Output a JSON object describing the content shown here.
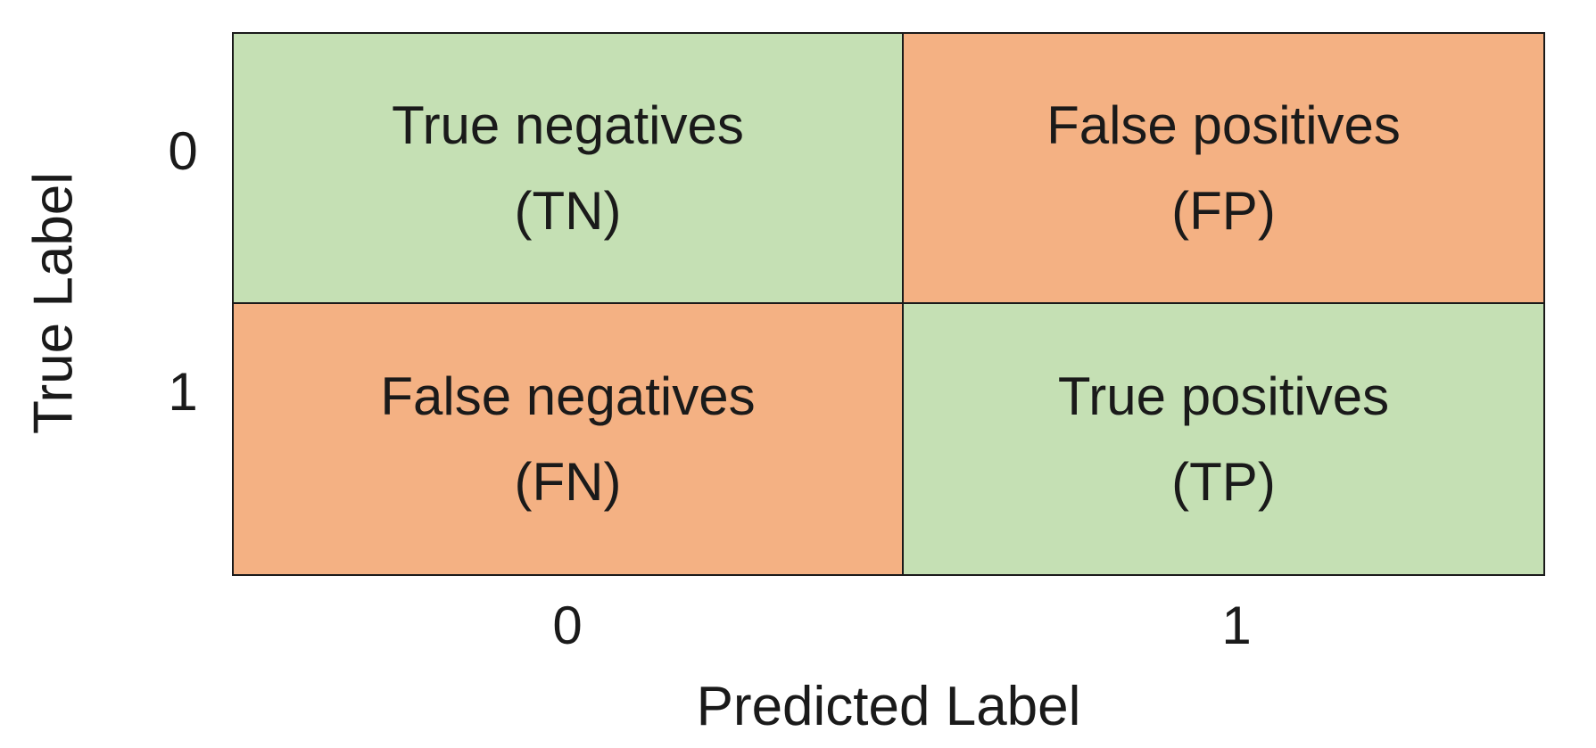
{
  "colors": {
    "correct": "#c5e0b4",
    "incorrect": "#f4b183",
    "border": "#1a1a1a"
  },
  "axes": {
    "y_label": "True Label",
    "x_label": "Predicted Label",
    "row_ticks": [
      "0",
      "1"
    ],
    "col_ticks": [
      "0",
      "1"
    ]
  },
  "cells": {
    "tn": {
      "name": "True negatives",
      "abbr": "(TN)"
    },
    "fp": {
      "name": "False positives",
      "abbr": "(FP)"
    },
    "fn": {
      "name": "False negatives",
      "abbr": "(FN)"
    },
    "tp": {
      "name": "True positives",
      "abbr": "(TP)"
    }
  }
}
